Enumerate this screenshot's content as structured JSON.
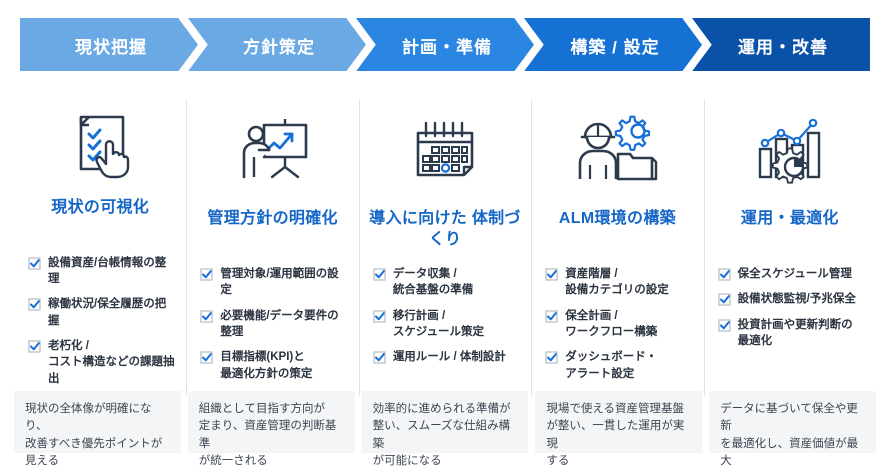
{
  "process_bar": {
    "steps": [
      {
        "label": "現状把握",
        "color": "#6aa9e4"
      },
      {
        "label": "方針策定",
        "color": "#6aa9e4"
      },
      {
        "label": "計画・準備",
        "color": "#2a86e0"
      },
      {
        "label": "構築 / 設定",
        "color": "#1571d4"
      },
      {
        "label": "運用・改善",
        "color": "#0a51a8"
      }
    ]
  },
  "columns": [
    {
      "icon": "document-checklist-hand-icon",
      "title": "現状の可視化",
      "bullets": [
        "設備資産/台帳情報の整理",
        "稼働状況/保全履歴の把握",
        "老朽化 /\nコスト構造などの課題抽出"
      ],
      "outcome": "現状の全体像が明確になり、\n改善すべき優先ポイントが\n見える"
    },
    {
      "icon": "presenter-growth-chart-icon",
      "title": "管理方針の明確化",
      "bullets": [
        "管理対象/運用範囲の設定",
        "必要機能/データ要件の整理",
        "目標指標(KPI)と\n最適化方針の策定"
      ],
      "outcome": "組織として目指す方向が\n定まり、資産管理の判断基準\nが統一される"
    },
    {
      "icon": "calendar-schedule-icon",
      "title": "導入に向けた\n体制づくり",
      "bullets": [
        "データ収集 /\n統合基盤の準備",
        "移行計画 /\nスケジュール策定",
        "運用ルール / 体制設計"
      ],
      "outcome": "効率的に進められる準備が\n整い、スムーズな仕組み構築\nが可能になる"
    },
    {
      "icon": "worker-gear-folder-icon",
      "title": "ALM環境の構築",
      "bullets": [
        "資産階層 /\n設備カテゴリの設定",
        "保全計画 /\nワークフロー構築",
        "ダッシュボード・\nアラート設定"
      ],
      "outcome": "現場で使える資産管理基盤\nが整い、一貫した運用が実現\nする"
    },
    {
      "icon": "bar-chart-gear-analytics-icon",
      "title": "運用・最適化",
      "bullets": [
        "保全スケジュール管理",
        "設備状態監視/予兆保全",
        "投資計画や更新判断の\n最適化"
      ],
      "outcome": "データに基づいて保全や更新\nを最適化し、資産価値が最大\n化される"
    }
  ],
  "theme": {
    "accent_blue": "#1566c8",
    "icon_dark": "#2b3a4d",
    "icon_blue": "#1570d8",
    "outcome_bg": "#f4f5f7",
    "divider": "#dfe3e8"
  }
}
